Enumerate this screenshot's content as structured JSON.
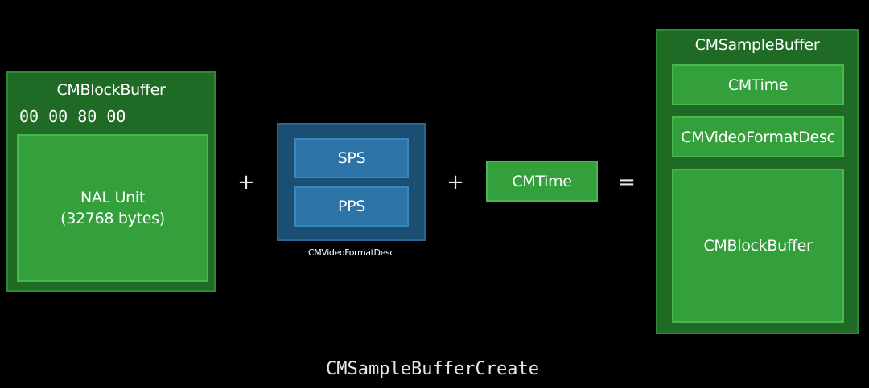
{
  "block_buffer": {
    "title": "CMBlockBuffer",
    "hex_bytes": "00 00 80 00",
    "nal_unit": {
      "line1": "NAL Unit",
      "line2": "(32768 bytes)"
    }
  },
  "operators": {
    "plus_1": "+",
    "plus_2": "+",
    "equals": "="
  },
  "video_format_desc": {
    "sps": "SPS",
    "pps": "PPS",
    "caption": "CMVideoFormatDesc"
  },
  "cm_time": {
    "label": "CMTime"
  },
  "sample_buffer": {
    "title": "CMSampleBuffer",
    "time": "CMTime",
    "format_desc": "CMVideoFormatDesc",
    "block_buffer": "CMBlockBuffer"
  },
  "footer": {
    "function_name": "CMSampleBufferCreate"
  },
  "colors": {
    "background": "#000000",
    "container_green": "#1f6b25",
    "inner_green": "#33a03c",
    "container_blue": "#1a4f73",
    "inner_blue": "#2c74a8"
  }
}
